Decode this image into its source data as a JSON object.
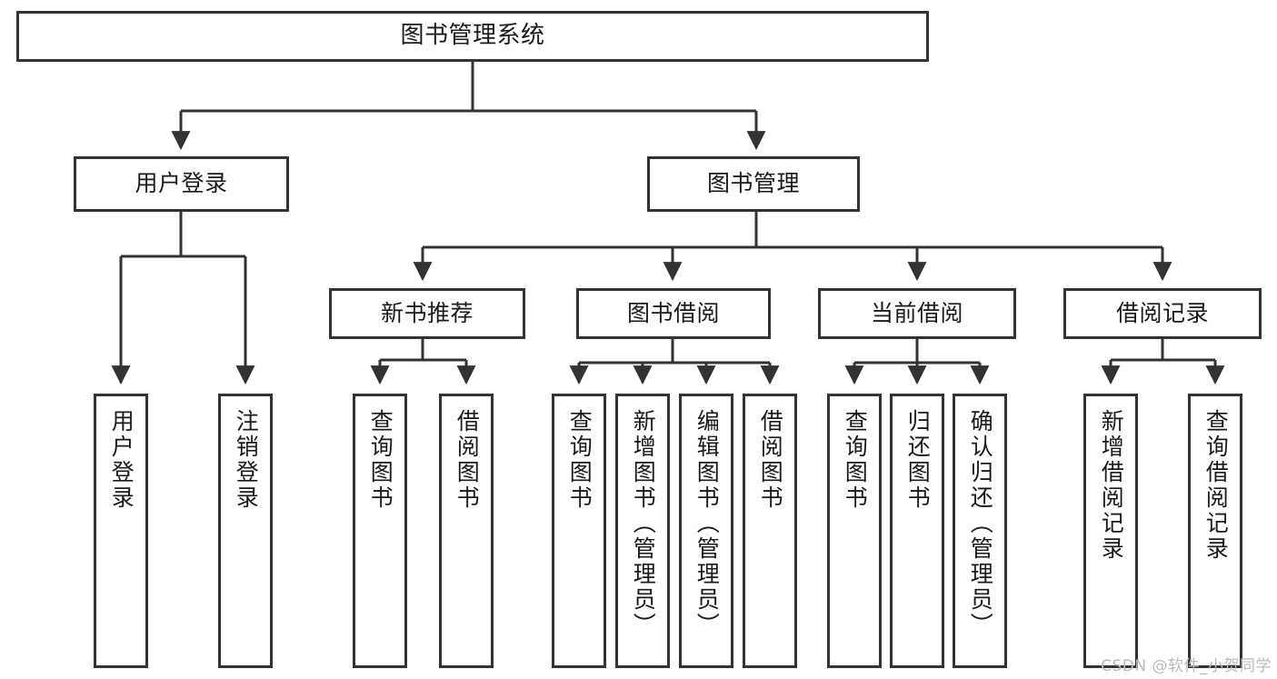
{
  "diagram": {
    "title": "图书管理系统",
    "watermark": "CSDN @软件_小贺同学",
    "colors": {
      "border": "#333333",
      "background": "#ffffff",
      "text": "#1a1a1a",
      "watermark": "#b9b9b9"
    },
    "root": {
      "label": "图书管理系统"
    },
    "level1": [
      {
        "label": "用户登录"
      },
      {
        "label": "图书管理"
      }
    ],
    "level2": [
      {
        "label": "新书推荐"
      },
      {
        "label": "图书借阅"
      },
      {
        "label": "当前借阅"
      },
      {
        "label": "借阅记录"
      }
    ],
    "leaves": {
      "user_login": [
        {
          "label": "用户登录"
        },
        {
          "label": "注销登录"
        }
      ],
      "new_book": [
        {
          "label": "查询图书"
        },
        {
          "label": "借阅图书"
        }
      ],
      "book_borrow": [
        {
          "label": "查询图书"
        },
        {
          "label": "新增图书（管理员）"
        },
        {
          "label": "编辑图书（管理员）"
        },
        {
          "label": "借阅图书"
        }
      ],
      "current_borrow": [
        {
          "label": "查询图书"
        },
        {
          "label": "归还图书"
        },
        {
          "label": "确认归还（管理员）"
        }
      ],
      "borrow_record": [
        {
          "label": "新增借阅记录"
        },
        {
          "label": "查询借阅记录"
        }
      ]
    }
  }
}
